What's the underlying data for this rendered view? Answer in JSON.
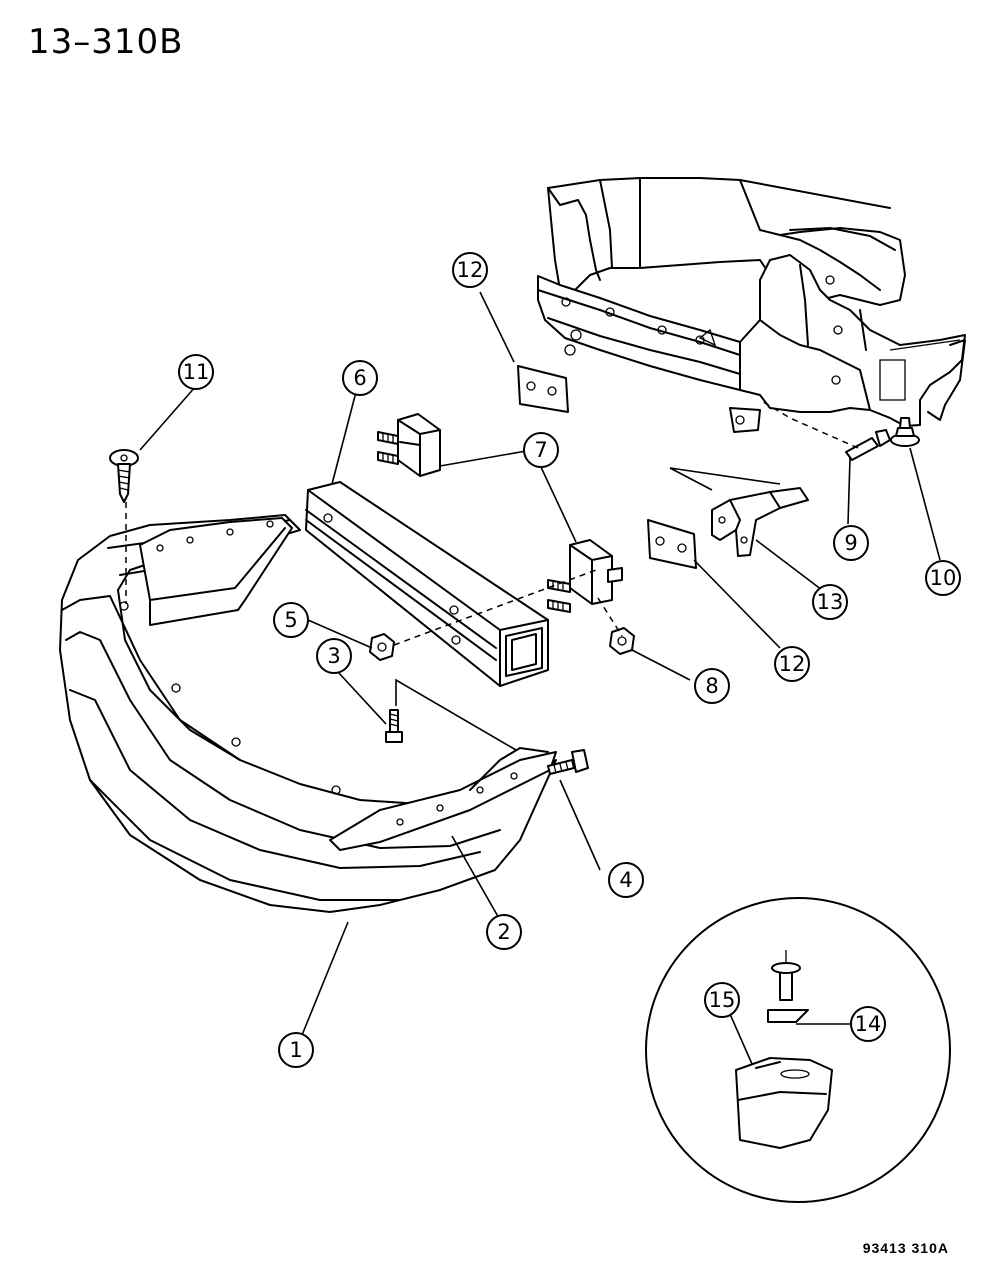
{
  "title": "13–310B",
  "reference_code": "93413  310A",
  "callouts": [
    {
      "label": "1"
    },
    {
      "label": "2"
    },
    {
      "label": "3"
    },
    {
      "label": "4"
    },
    {
      "label": "5"
    },
    {
      "label": "6"
    },
    {
      "label": "7"
    },
    {
      "label": "8"
    },
    {
      "label": "9"
    },
    {
      "label": "10"
    },
    {
      "label": "11"
    },
    {
      "label": "12"
    },
    {
      "label": "12"
    },
    {
      "label": "13"
    },
    {
      "label": "14"
    },
    {
      "label": "15"
    }
  ]
}
